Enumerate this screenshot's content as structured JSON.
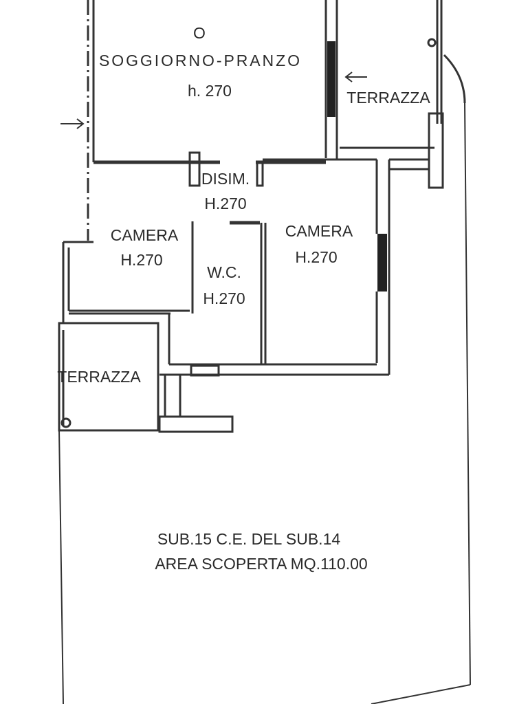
{
  "rooms": {
    "living_symbol": "O",
    "living": "SOGGIORNO-PRANZO",
    "living_height": "h. 270",
    "terrace_top": "TERRAZZA",
    "hall": "DISIM.",
    "hall_height": "H.270",
    "bedroom_left": "CAMERA",
    "bedroom_left_height": "H.270",
    "wc": "W.C.",
    "wc_height": "H.270",
    "bedroom_right": "CAMERA",
    "bedroom_right_height": "H.270",
    "terrace_left": "TERRAZZA"
  },
  "area": {
    "line1": "SUB.15 C.E. DEL SUB.14",
    "line2": "AREA SCOPERTA MQ.110.00"
  },
  "colors": {
    "ink": "#333333",
    "background": "#ffffff"
  }
}
